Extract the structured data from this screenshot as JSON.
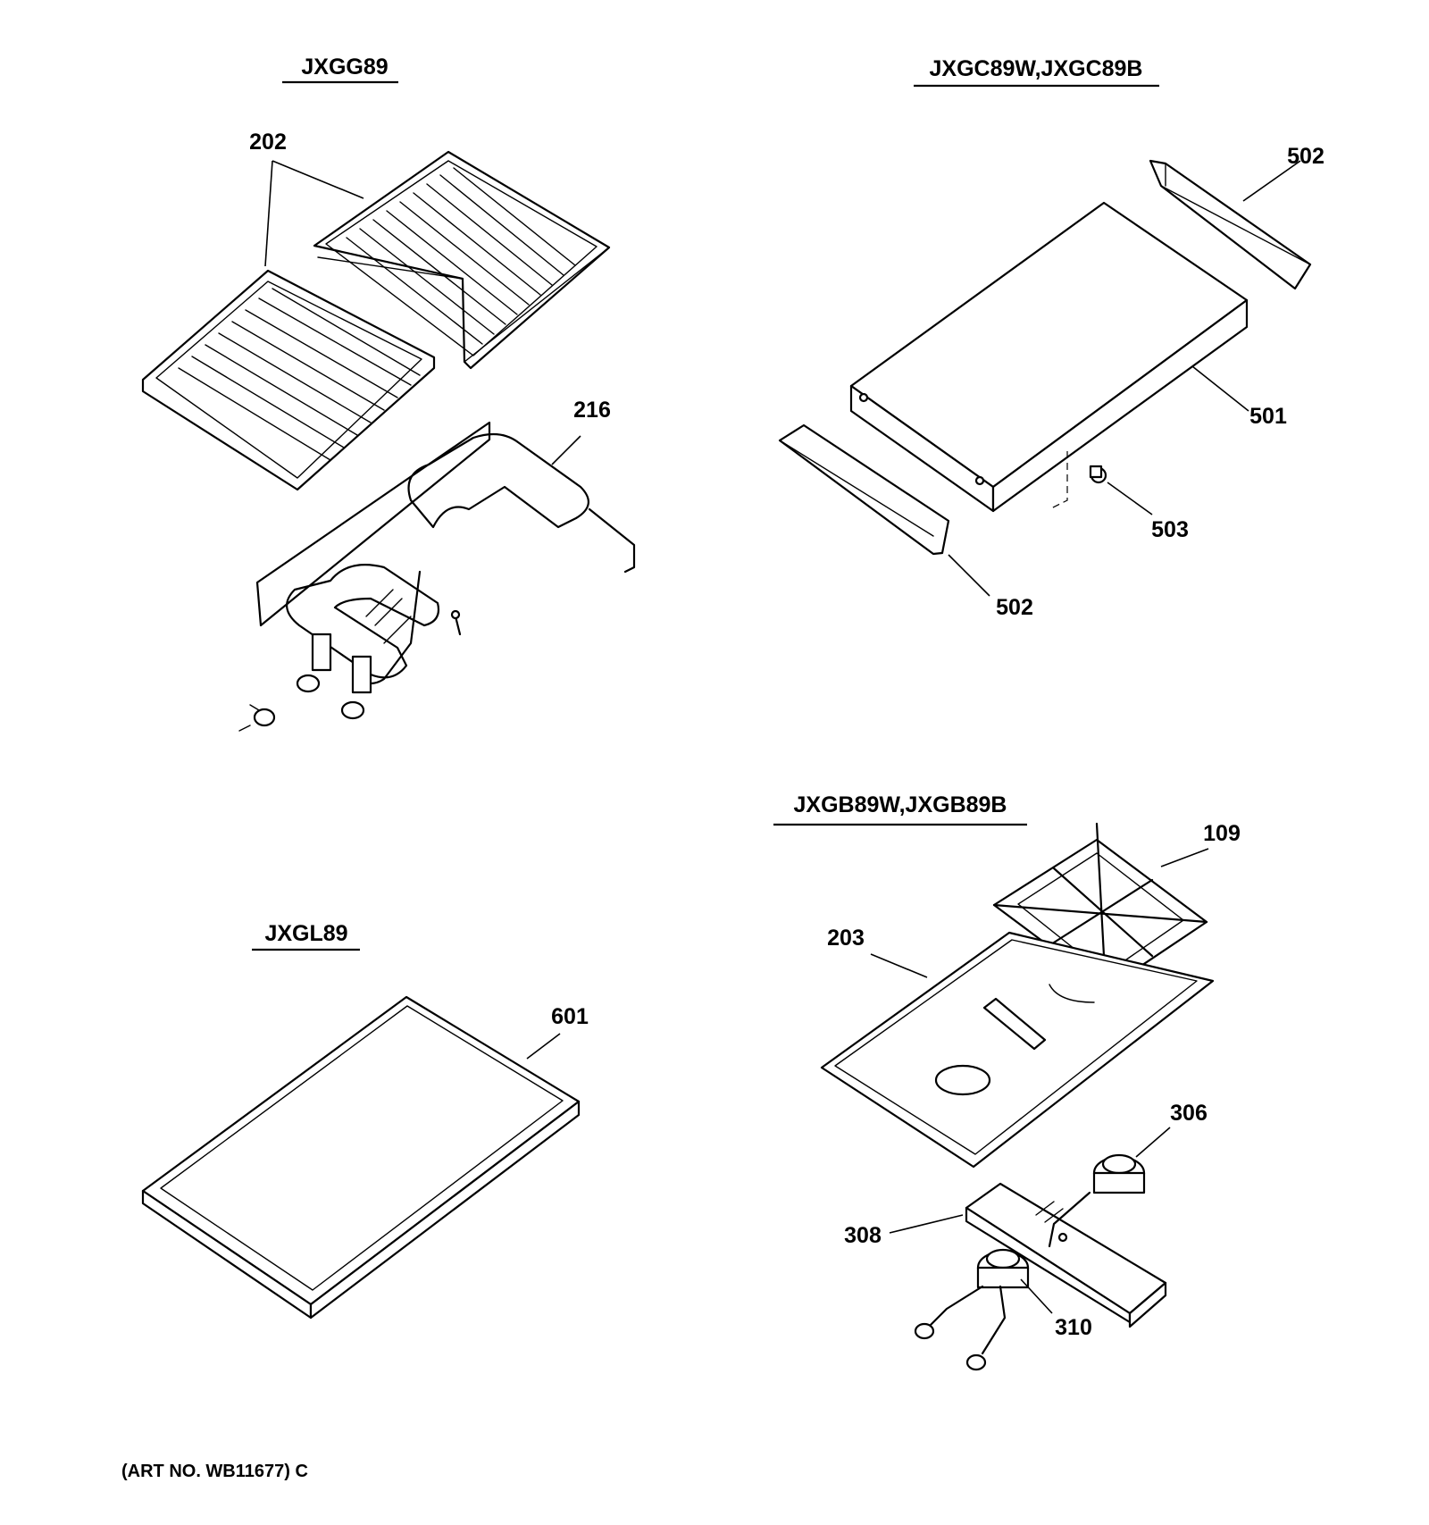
{
  "sections": [
    {
      "title": "JXGG89"
    },
    {
      "title": "JXGC89W,JXGC89B"
    },
    {
      "title": "JXGL89"
    },
    {
      "title": "JXGB89W,JXGB89B"
    }
  ],
  "callouts": {
    "grill_grates": "202",
    "grill_burner": "216",
    "griddle_end_caps_top": "502",
    "griddle_plate": "501",
    "griddle_foot": "503",
    "griddle_end_caps_bottom": "502",
    "burner_grate": "109",
    "burner_top_plate": "203",
    "burner_head": "306",
    "burner_bracket": "308",
    "burner_assembly": "310",
    "wok_tray": "601"
  },
  "footer": {
    "art_number": "(ART NO. WB11677) C"
  }
}
